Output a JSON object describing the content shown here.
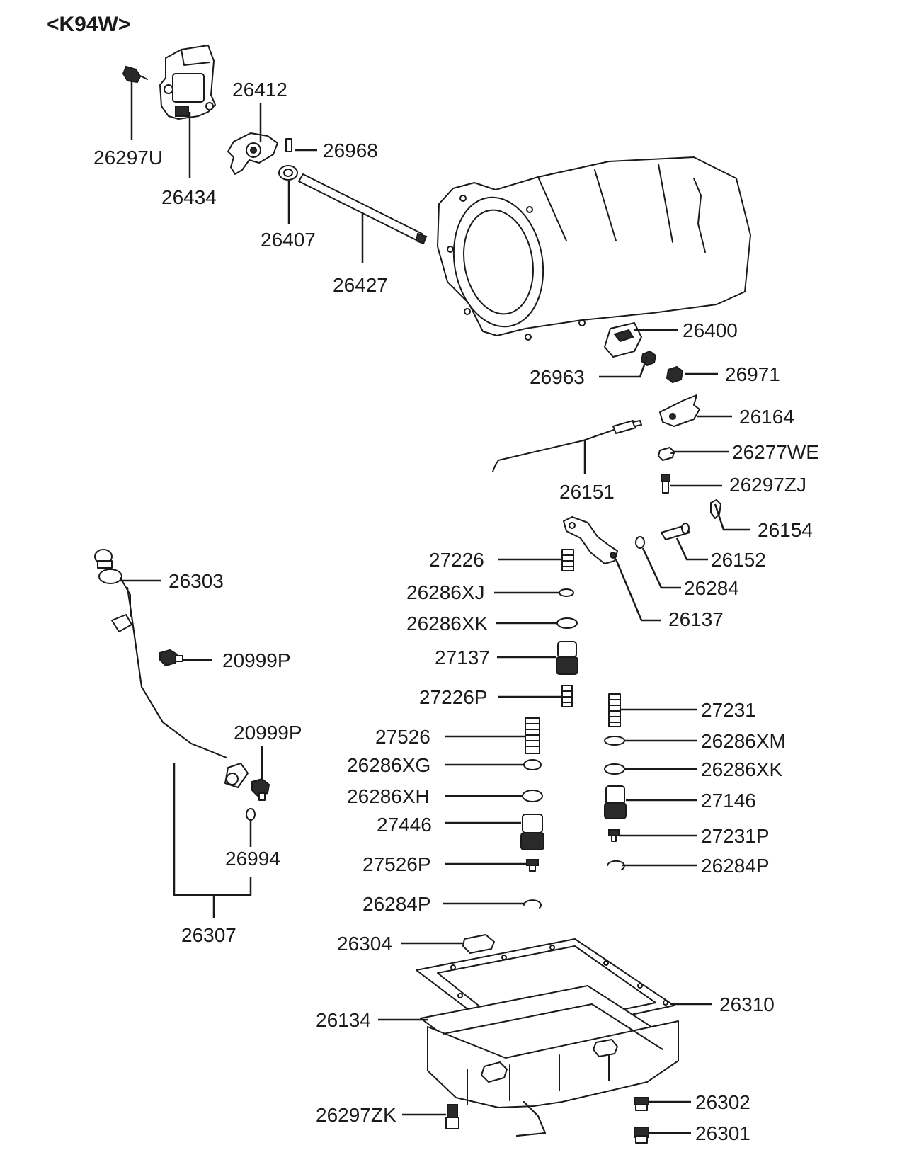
{
  "title": "<K94W>",
  "parts": [
    {
      "id": "p26297U",
      "label": "26297U"
    },
    {
      "id": "p26434",
      "label": "26434"
    },
    {
      "id": "p26412",
      "label": "26412"
    },
    {
      "id": "p26968",
      "label": "26968"
    },
    {
      "id": "p26407",
      "label": "26407"
    },
    {
      "id": "p26427",
      "label": "26427"
    },
    {
      "id": "p26400",
      "label": "26400"
    },
    {
      "id": "p26963",
      "label": "26963"
    },
    {
      "id": "p26971",
      "label": "26971"
    },
    {
      "id": "p26164",
      "label": "26164"
    },
    {
      "id": "p26277WE",
      "label": "26277WE"
    },
    {
      "id": "p26151",
      "label": "26151"
    },
    {
      "id": "p26297ZJ",
      "label": "26297ZJ"
    },
    {
      "id": "p26154",
      "label": "26154"
    },
    {
      "id": "p26152",
      "label": "26152"
    },
    {
      "id": "p26284",
      "label": "26284"
    },
    {
      "id": "p26137",
      "label": "26137"
    },
    {
      "id": "p27226",
      "label": "27226"
    },
    {
      "id": "p26286XJ",
      "label": "26286XJ"
    },
    {
      "id": "p26286XK_a",
      "label": "26286XK"
    },
    {
      "id": "p27137",
      "label": "27137"
    },
    {
      "id": "p27226P",
      "label": "27226P"
    },
    {
      "id": "p27231",
      "label": "27231"
    },
    {
      "id": "p26286XM",
      "label": "26286XM"
    },
    {
      "id": "p26286XK_b",
      "label": "26286XK"
    },
    {
      "id": "p27146",
      "label": "27146"
    },
    {
      "id": "p27231P",
      "label": "27231P"
    },
    {
      "id": "p26284P_a",
      "label": "26284P"
    },
    {
      "id": "p27526",
      "label": "27526"
    },
    {
      "id": "p26286XG",
      "label": "26286XG"
    },
    {
      "id": "p26286XH",
      "label": "26286XH"
    },
    {
      "id": "p27446",
      "label": "27446"
    },
    {
      "id": "p27526P",
      "label": "27526P"
    },
    {
      "id": "p26284P_b",
      "label": "26284P"
    },
    {
      "id": "p26303",
      "label": "26303"
    },
    {
      "id": "p20999P_a",
      "label": "20999P"
    },
    {
      "id": "p20999P_b",
      "label": "20999P"
    },
    {
      "id": "p26994",
      "label": "26994"
    },
    {
      "id": "p26307",
      "label": "26307"
    },
    {
      "id": "p26304",
      "label": "26304"
    },
    {
      "id": "p26310",
      "label": "26310"
    },
    {
      "id": "p26134",
      "label": "26134"
    },
    {
      "id": "p26302",
      "label": "26302"
    },
    {
      "id": "p26297ZK",
      "label": "26297ZK"
    },
    {
      "id": "p26301",
      "label": "26301"
    }
  ]
}
